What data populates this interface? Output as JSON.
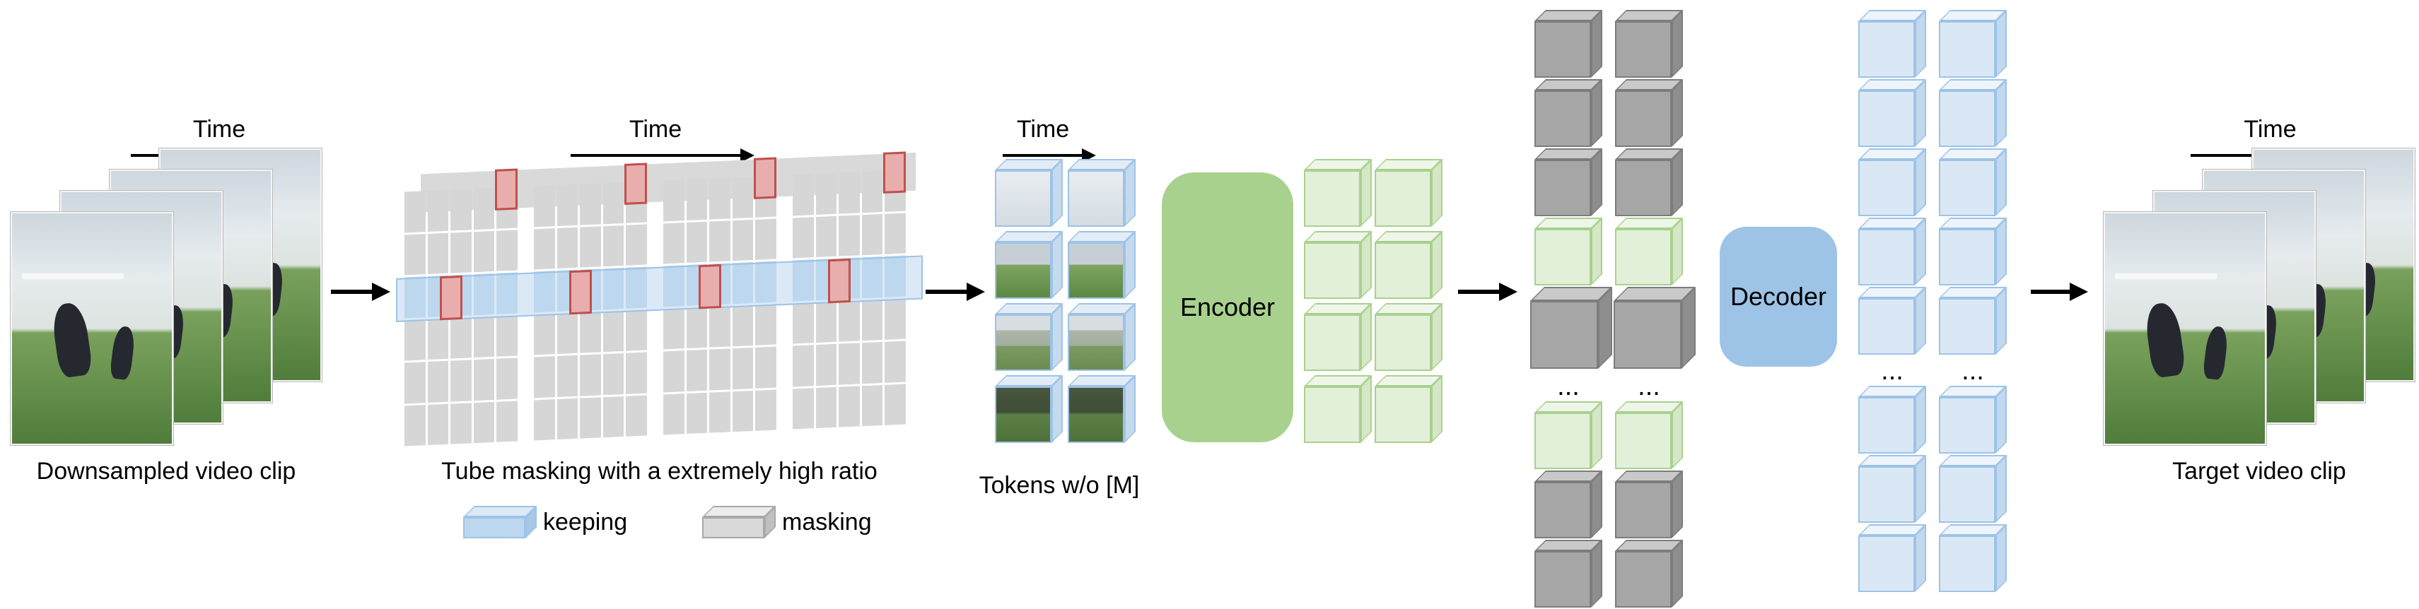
{
  "labels": {
    "time": "Time",
    "downsampled_caption": "Downsampled video clip",
    "masking_caption": "Tube masking with a extremely high ratio",
    "legend_keeping": "keeping",
    "legend_masking": "masking",
    "tokens_caption": "Tokens w/o [M]",
    "encoder": "Encoder",
    "decoder": "Decoder",
    "target_caption": "Target video clip",
    "ellipsis": "..."
  },
  "colors": {
    "keeping_fill": "#bdd7ee",
    "keeping_stroke": "#9dc3e6",
    "masking_fill": "#d9d9d9",
    "masking_cell": "#d6d6d6",
    "masked_red_fill": "#e8aeae",
    "masked_red_stroke": "#c0504d",
    "encoder_fill": "#a9d18e",
    "decoder_fill": "#9dc3e6",
    "gray_cube": "#a6a6a6",
    "green_cube": "#c5e0b4",
    "blue_cube": "#dae8f6",
    "arrow": "#000000"
  },
  "structure": {
    "mask_grid": {
      "planes": 4,
      "rows": 6,
      "cols": 5,
      "keep_row_index": 2
    },
    "tokens": {
      "rows": 4,
      "cols": 2
    },
    "encoder_output": {
      "rows": 4,
      "cols": 2
    },
    "latent_stack_rows": [
      "gray",
      "gray",
      "gray",
      "green",
      "gray-large",
      "dots",
      "green",
      "gray",
      "gray"
    ],
    "decoder_stack_rows": [
      "blue",
      "blue",
      "blue",
      "blue",
      "blue",
      "dots",
      "blue",
      "blue",
      "blue"
    ]
  }
}
